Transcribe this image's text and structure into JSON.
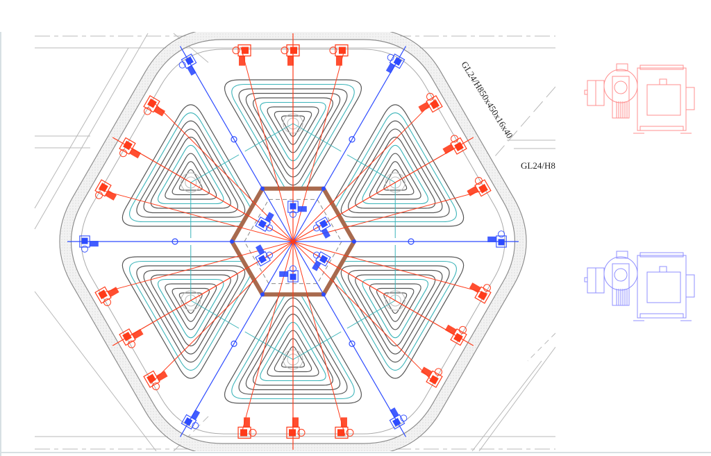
{
  "drawing": {
    "type": "hexagonal storage system plan (CAD)",
    "annotations": {
      "beam_spec_diagonal": "GL24/H850x450x16x40",
      "beam_spec_truncated": "GL24/H8"
    },
    "colors": {
      "drive_red": "#ff3b1a",
      "drive_blue": "#2d4bff",
      "rail_gray": "#9a9a9a",
      "track_dark": "#555555",
      "guide_cyan": "#39b3b8",
      "hub_brown": "#a86a4e",
      "legend_red": "#ff8f8f",
      "legend_blue": "#8f8fff"
    },
    "legend": [
      {
        "name": "red-drive-unit",
        "color": "#ff8f8f"
      },
      {
        "name": "blue-drive-unit",
        "color": "#8f8fff"
      }
    ],
    "sectors": 6,
    "outer_drive_units_red": 18,
    "outer_drive_units_blue": 6,
    "inner_drive_units_blue": 6
  }
}
